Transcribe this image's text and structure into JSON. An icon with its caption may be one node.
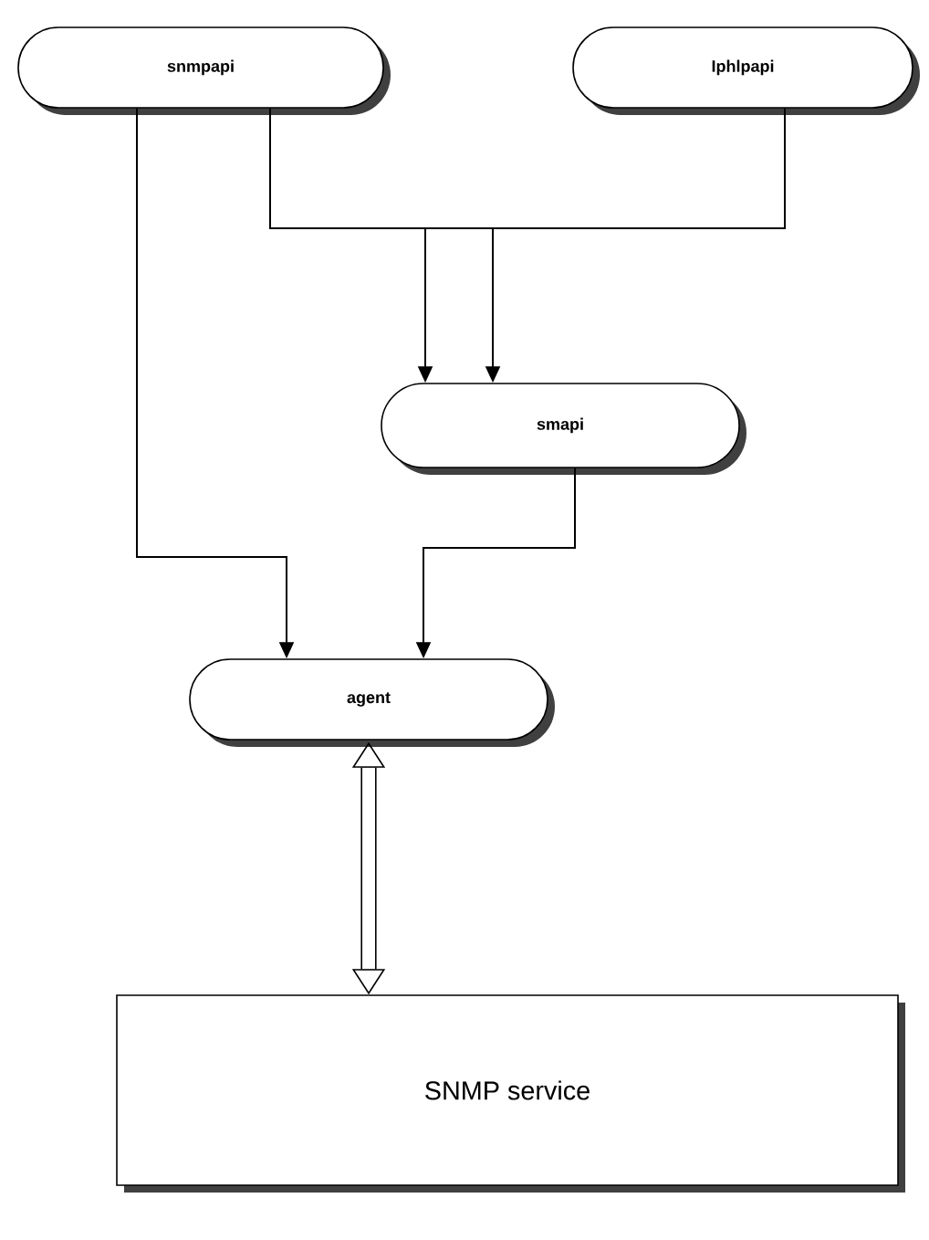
{
  "diagram": {
    "nodes": [
      {
        "text": [
          "snmpapi"
        ]
      },
      {
        "text": [
          "Iphlpapi"
        ]
      },
      {
        "text": [
          "smapi"
        ]
      },
      {
        "text": [
          "agent"
        ]
      },
      {
        "text": [
          "SNMP service"
        ]
      }
    ],
    "edges": [
      {
        "from": 0,
        "to": 2,
        "arrow": "to"
      },
      {
        "from": 1,
        "to": 2,
        "arrow": "to"
      },
      {
        "from": 0,
        "to": 3,
        "arrow": "to"
      },
      {
        "from": 2,
        "to": 3,
        "arrow": "to"
      },
      {
        "from": 3,
        "to": 4,
        "arrow": "both",
        "style": "thick"
      }
    ]
  }
}
